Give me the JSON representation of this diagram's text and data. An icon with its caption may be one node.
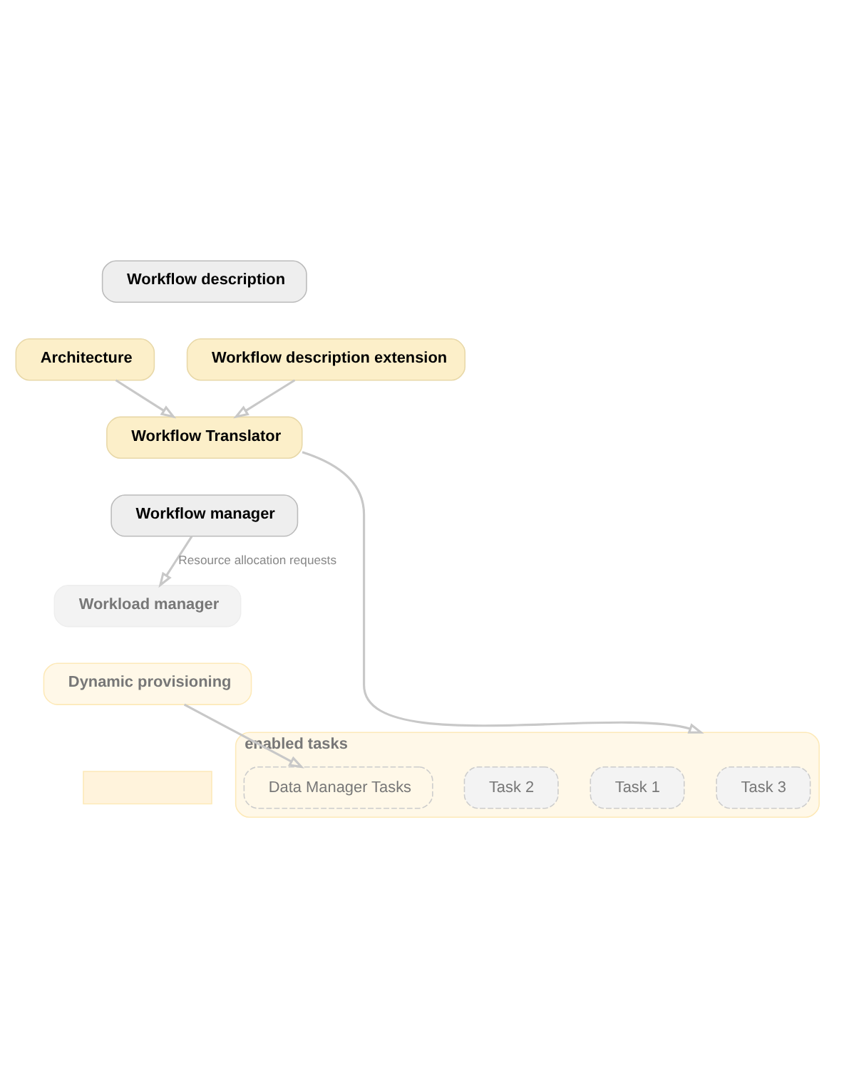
{
  "diagram": {
    "nodes": [
      {
        "text": [
          "Workflow description"
        ]
      },
      {
        "text": [
          "Architecture"
        ]
      },
      {
        "text": [
          "Workflow description extension"
        ]
      },
      {
        "text": [
          "Workflow Translator"
        ]
      },
      {
        "text": [
          "Workflow manager"
        ]
      },
      {
        "text": [
          "Workload manager"
        ]
      },
      {
        "text": [
          "Dynamic provisioning"
        ]
      },
      {
        "text": [
          "enabled tasks"
        ]
      },
      {
        "text": [
          "Data Manager Tasks"
        ],
        "in": 7
      },
      {
        "text": [
          "Task 1"
        ],
        "in": 7
      },
      {
        "text": [
          "Task 2"
        ],
        "in": 7
      },
      {
        "text": [
          "Task 3"
        ],
        "in": 7
      },
      {
        "text": [],
        "shape": "box"
      }
    ],
    "edges": [
      {
        "from": 1,
        "to": 3,
        "arrow": "to"
      },
      {
        "from": 2,
        "to": 3,
        "arrow": "to"
      },
      {
        "from": 4,
        "to": 5,
        "arrow": "to",
        "label": "Resource allocation requests"
      },
      {
        "from": 3,
        "to": 7,
        "arrow": "to"
      },
      {
        "from": 6,
        "to": 8,
        "arrow": "to"
      }
    ]
  }
}
